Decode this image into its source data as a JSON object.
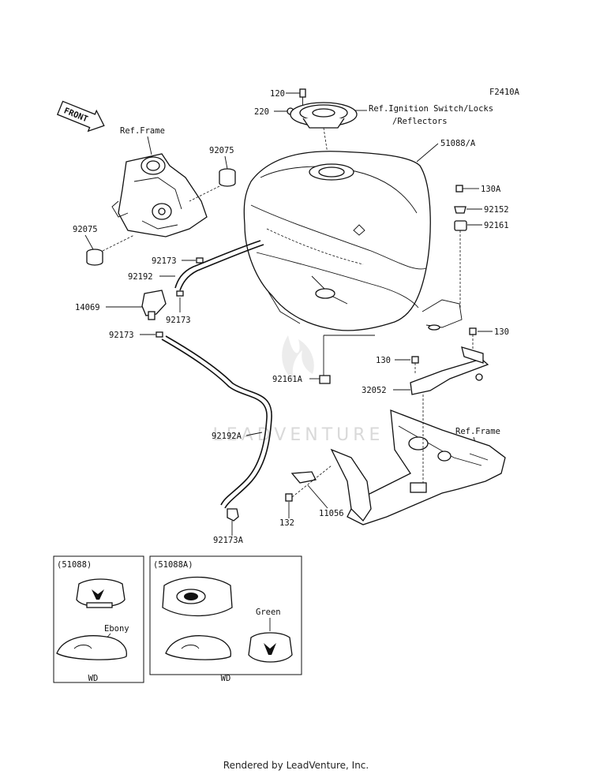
{
  "figure_code": "F2410A",
  "front_arrow": "FRONT",
  "labels": {
    "p120": "120",
    "p220": "220",
    "ref_ignition_1": "Ref.Ignition Switch/Locks",
    "ref_ignition_2": "/Reflectors",
    "p51088a": "51088/A",
    "ref_frame_top": "Ref.Frame",
    "p92075_top": "92075",
    "p92075_left": "92075",
    "p130a": "130A",
    "p92152": "92152",
    "p92161": "92161",
    "p92173_a": "92173",
    "p92192": "92192",
    "p14069": "14069",
    "p92173_b": "92173",
    "p92173_c": "92173",
    "p130_right": "130",
    "p130_mid": "130",
    "p92161a": "92161A",
    "p32052": "32052",
    "ref_frame_right": "Ref.Frame",
    "p92192a": "92192A",
    "p11056": "11056",
    "p132": "132",
    "p92173a": "92173A"
  },
  "variant_boxes": [
    {
      "title": "(51088)",
      "tag_label": "Ebony",
      "wd": "WD"
    },
    {
      "title": "(51088A)",
      "tag_label": "Green",
      "wd": "WD"
    }
  ],
  "watermark": "LEADVENTURE",
  "footer": "Rendered by LeadVenture, Inc."
}
